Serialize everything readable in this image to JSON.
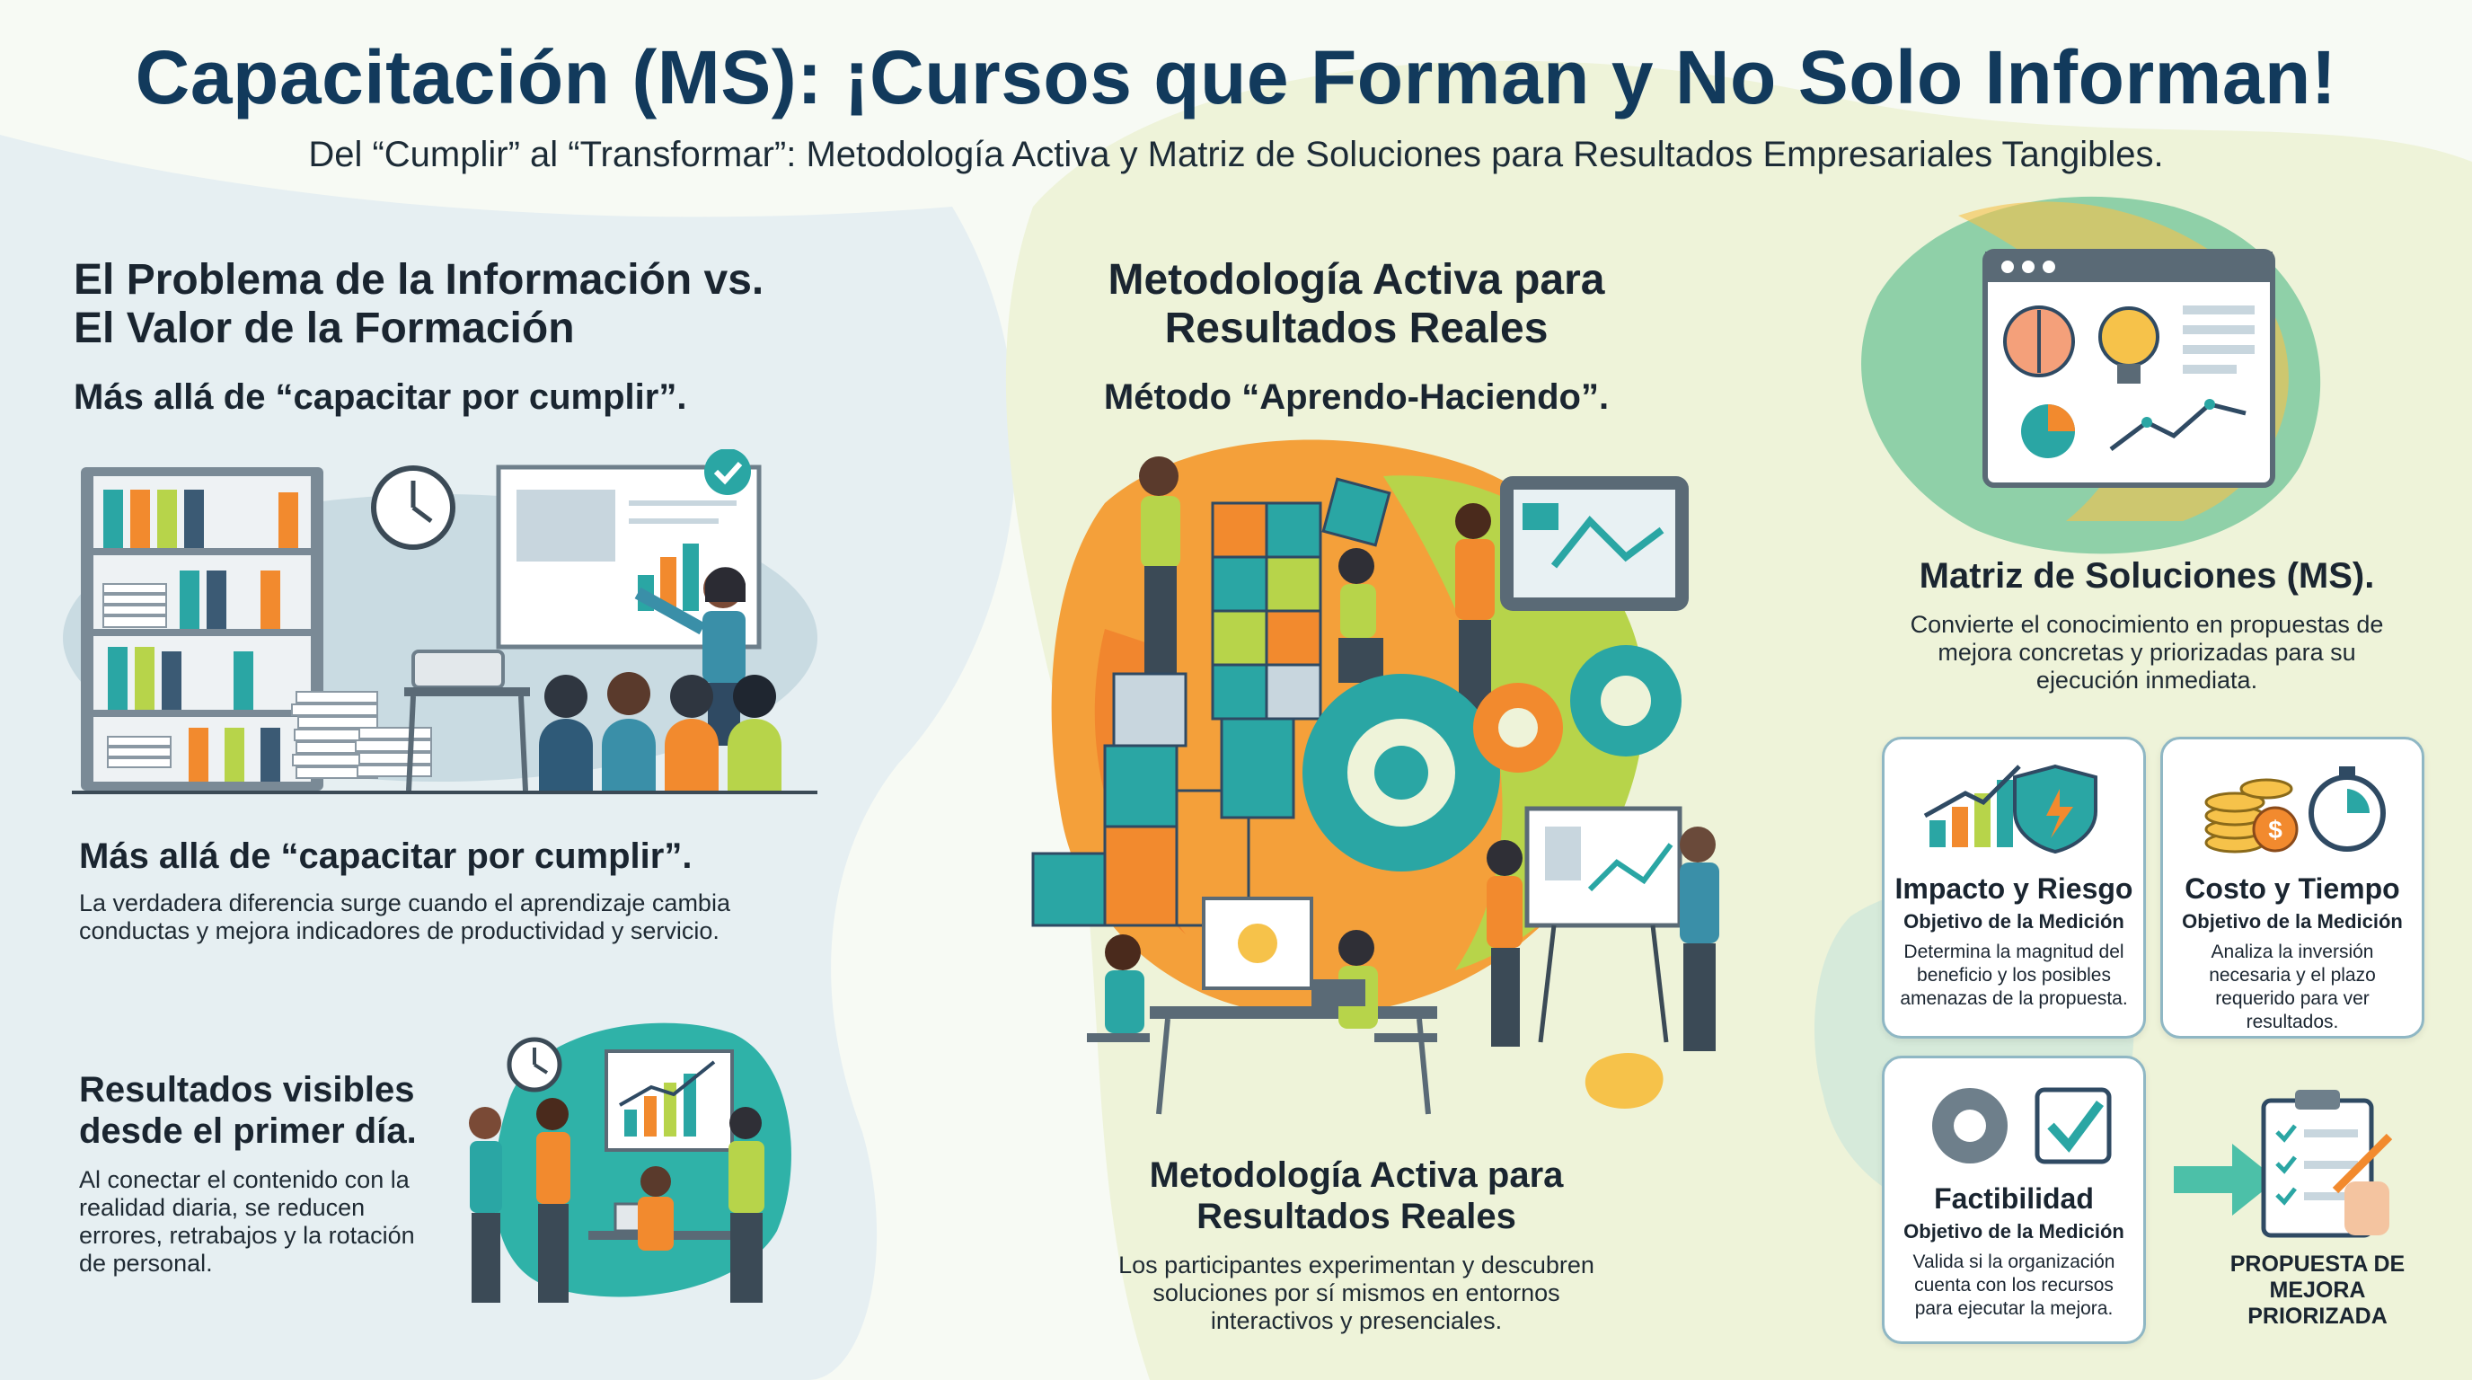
{
  "header": {
    "title": "Capacitación (MS): ¡Cursos que Forman y No Solo Informan!",
    "subtitle": "Del “Cumplir” al “Transformar”: Metodología Activa y Matriz de Soluciones para Resultados Empresariales Tangibles."
  },
  "left": {
    "heading": "El Problema de la Información vs. El Valor de la Formación",
    "tagline": "Más allá de “capacitar por cumplir”.",
    "point1_title": "Más allá de “capacitar por cumplir”.",
    "point1_text": "La verdadera diferencia surge cuando el aprendizaje cambia conductas y mejora indicadores de productividad y servicio.",
    "point2_title": "Resultados visibles desde el primer día.",
    "point2_text": "Al conectar el contenido con la realidad diaria, se reducen errores, retrabajos y la rotación de personal."
  },
  "middle": {
    "heading": "Metodología Activa para Resultados Reales",
    "tagline": "Método “Aprendo-Haciendo”.",
    "bottom_title": "Metodología Activa para Resultados Reales",
    "bottom_text": "Los participantes experimentan y descubren soluciones por sí mismos en entornos interactivos y presenciales."
  },
  "right": {
    "heading": "Matriz de Soluciones (MS).",
    "text": "Convierte el conocimiento en propuestas de mejora concretas y priorizadas para su ejecución inmediata.",
    "cards": [
      {
        "title": "Impacto y Riesgo",
        "subtitle": "Objetivo de la Medición",
        "text": "Determina la magnitud del beneficio y los posibles amenazas de la propuesta."
      },
      {
        "title": "Costo y Tiempo",
        "subtitle": "Objetivo de la Medición",
        "text": "Analiza la inversión necesaria y el plazo requerido para ver resultados."
      },
      {
        "title": "Factibilidad",
        "subtitle": "Objetivo de la Medición",
        "text": "Valida si la organización cuenta con los recursos para ejecutar la mejora."
      }
    ],
    "final_label": "PROPUESTA DE MEJORA PRIORIZADA"
  },
  "colors": {
    "title": "#123a5c",
    "teal": "#2aa6a4",
    "orange": "#f28a2e",
    "lime": "#b7d44a",
    "navy": "#2f4a63"
  }
}
